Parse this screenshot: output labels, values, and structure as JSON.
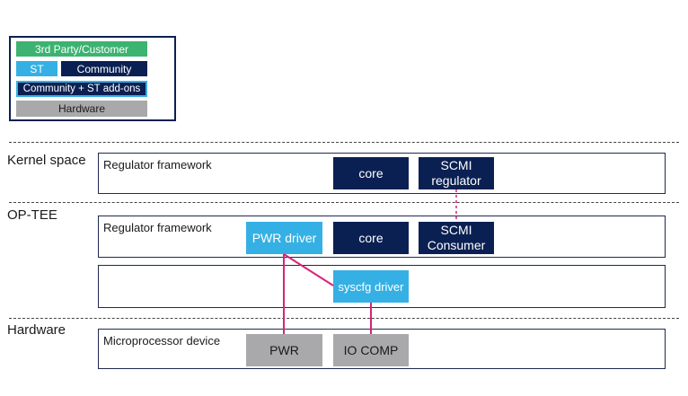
{
  "legend": {
    "third_party": "3rd Party/Customer",
    "st": "ST",
    "community": "Community",
    "community_st_addon": "Community + ST add-ons",
    "hardware": "Hardware"
  },
  "regions": {
    "kernel": "Kernel space",
    "optee": "OP-TEE",
    "hardware": "Hardware"
  },
  "kernel_frame": {
    "label": "Regulator framework",
    "core": "core",
    "scmi_regulator": "SCMI\nregulator"
  },
  "optee_frame": {
    "label": "Regulator framework",
    "pwr_driver": "PWR driver",
    "core": "core",
    "scmi_consumer": "SCMI\nConsumer",
    "syscfg_driver": "syscfg driver"
  },
  "hardware_frame": {
    "label": "Microprocessor device",
    "pwr": "PWR",
    "io_comp": "IO COMP"
  },
  "colors": {
    "st": "#35b0e4",
    "community": "#0b2052",
    "third_party": "#3cb371",
    "hardware": "#a9a9ab",
    "link": "#d6247a"
  }
}
